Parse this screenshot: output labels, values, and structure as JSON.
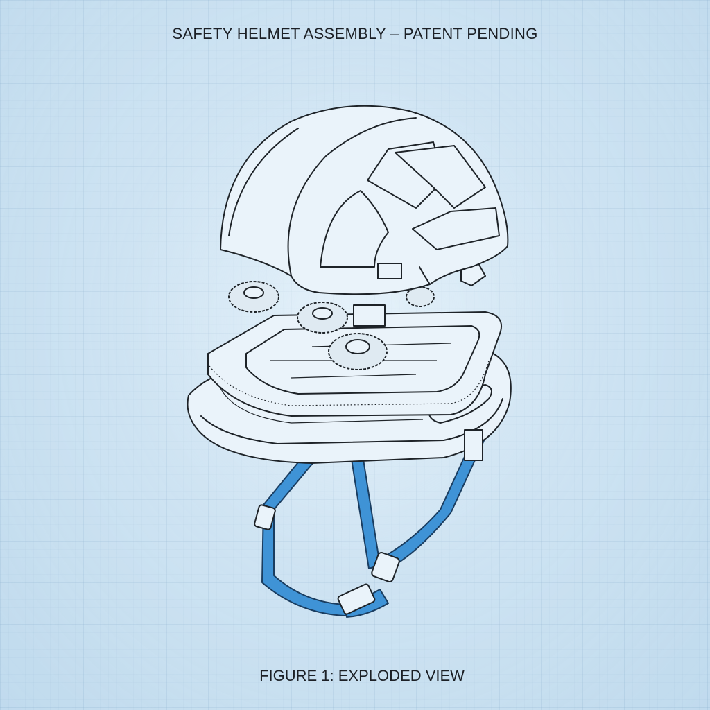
{
  "title": "SAFETY HELMET ASSEMBLY – PATENT PENDING",
  "caption": "FIGURE 1: EXPLODED VIEW",
  "colors": {
    "background": "#c9e0f0",
    "line": "#1e2328",
    "strap": "#3f93d6"
  },
  "parts": [
    "helmet-shell",
    "adjustment-gear",
    "retention-frame",
    "foam-liner",
    "chin-strap",
    "buckle"
  ]
}
